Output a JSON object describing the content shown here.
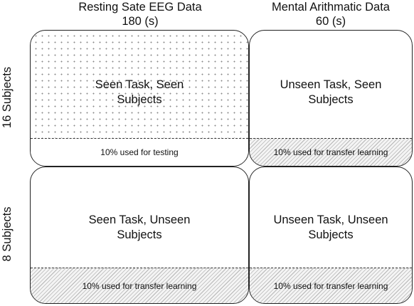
{
  "columns": [
    {
      "line1": "Resting Sate EEG Data",
      "line2": "180 (s)"
    },
    {
      "line1": "Mental Arithmatic Data",
      "line2": "60 (s)"
    }
  ],
  "rows": [
    {
      "label": "16 Subjects"
    },
    {
      "label": "8 Subjects"
    }
  ],
  "cells": {
    "top_left": {
      "line1": "Seen Task, Seen",
      "line2": "Subjects",
      "strip": "10% used for testing"
    },
    "top_right": {
      "line1": "Unseen Task, Seen",
      "line2": "Subjects",
      "strip": "10% used for transfer learning"
    },
    "bottom_left": {
      "line1": "Seen Task, Unseen",
      "line2": "Subjects",
      "strip": "10% used for transfer learning"
    },
    "bottom_right": {
      "line1": "Unseen Task, Unseen",
      "line2": "Subjects",
      "strip": "10% used for transfer learning"
    }
  }
}
